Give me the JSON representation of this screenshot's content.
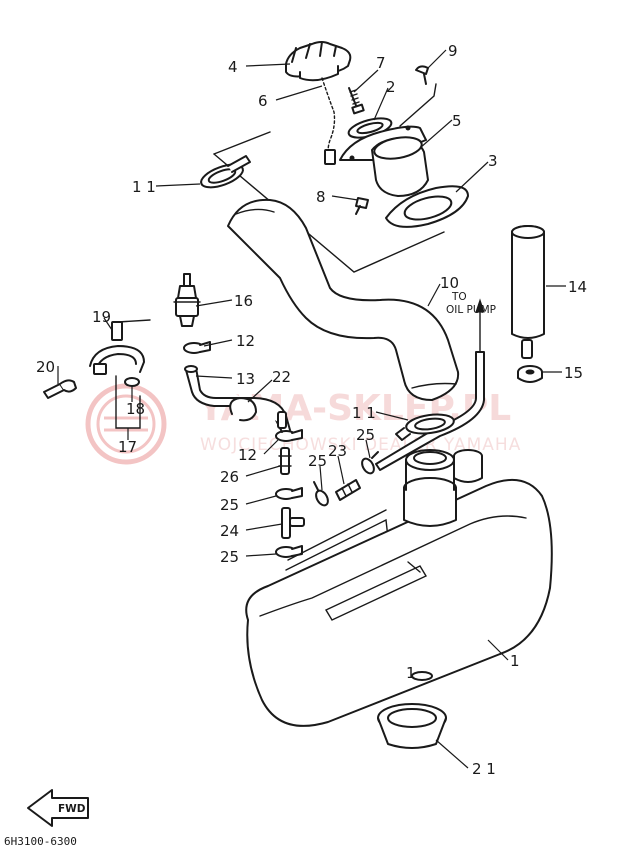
{
  "watermark": {
    "main": "YAMA-SKLEP.PL",
    "sub": "WOJCIECHOWSKI DEALER YAMAHA",
    "color": "#e88a8a"
  },
  "note_oil_pump": [
    "TO",
    "OIL PUMP"
  ],
  "fwd_label": "FWD",
  "diagram_code": "6H3100-6300",
  "callouts": {
    "c1": "1",
    "c1b": "1",
    "c2": "2",
    "c3": "3",
    "c4": "4",
    "c5": "5",
    "c6": "6",
    "c7": "7",
    "c8": "8",
    "c9": "9",
    "c10": "10",
    "c11a": "1 1",
    "c11b": "1 1",
    "c12a": "12",
    "c12b": "12",
    "c13": "13",
    "c14": "14",
    "c15": "15",
    "c16": "16",
    "c17": "17",
    "c18": "18",
    "c19": "19",
    "c20": "20",
    "c21": "2 1",
    "c22": "22",
    "c23": "23",
    "c24": "24",
    "c25a": "25",
    "c25b": "25",
    "c25c": "25",
    "c25d": "25",
    "c26": "26"
  }
}
